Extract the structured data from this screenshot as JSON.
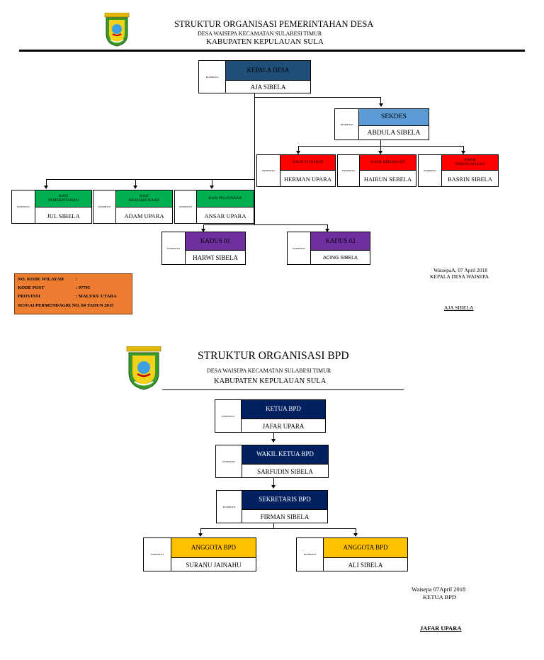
{
  "colors": {
    "kepala": "#1f4e79",
    "sekdes": "#5b9bd5",
    "kaur": "#ff0000",
    "kasi": "#00b050",
    "kadus": "#7030a0",
    "bpd": "#002060",
    "anggota": "#ffc000",
    "infobox": "#ed7d31"
  },
  "desa": {
    "title": "STRUKTUR ORGANISASI PEMERINTAHAN DESA",
    "subtitle": "DESA WAISEPA KECAMATAN SULABESI TIMUR",
    "kabupaten": "KABUPATEN KEPULAUAN SULA",
    "photo_label": "PASPHOTO",
    "kepala": {
      "role": "KEPALA DESA",
      "name": "AJA SIBELA"
    },
    "sekdes": {
      "role": "SEKDES",
      "name": "ABDULA SIBELA"
    },
    "kaur": [
      {
        "role": "KAUR TU/UMUM",
        "name": "HERMAN UPARA"
      },
      {
        "role": "KAUR KEUANGAN",
        "name": "HAIRUN SEBELA"
      },
      {
        "role": "KAUR PERENCANAAN",
        "name": "BASRIN SIBELA"
      }
    ],
    "kasi": [
      {
        "role": "KASI PEMERINTAHAN",
        "name": "JUL SIBELA"
      },
      {
        "role": "KASI KESEJAHTRAAN",
        "name": "ADAM UPARA"
      },
      {
        "role": "KASI PELAYANAN",
        "name": "ANSAR UPARA"
      }
    ],
    "kadus": [
      {
        "role": "KADUS 01",
        "name": "HARWI SIBELA"
      },
      {
        "role": "KADUS 02",
        "name": "ACING SIBELA"
      }
    ],
    "info": [
      {
        "label": "NO. KODE WILAYAH",
        "value": ":"
      },
      {
        "label": "KODE POST",
        "value": ": 97795"
      },
      {
        "label": "PROVINSI",
        "value": ": MALUKU UTARA"
      },
      {
        "label": "SESUAI PERMENDAGRI NO. 84 TAHUN 2015",
        "value": ""
      }
    ],
    "sign_date": "WaisepaA, 07 April 2018",
    "sign_title": "KEPALA DESA WAISEPA",
    "sign_name": "AJA SIBELA"
  },
  "bpd": {
    "title": "STRUKTUR ORGANISASI BPD",
    "subtitle": "DESA WAISEPA KECAMATAN SULABESI TIMUR",
    "kabupaten": "KABUPATEN KEPULAUAN SULA",
    "photo_label": "PASPHOTO",
    "ketua": {
      "role": "KETUA BPD",
      "name": "JAFAR UPARA"
    },
    "wakil": {
      "role": "WAKIL KETUA BPD",
      "name": "SARFUDIN SIBELA"
    },
    "sekretaris": {
      "role": "SEKRETARIS BPD",
      "name": "FIRMAN SIBELA"
    },
    "anggota": [
      {
        "role": "ANGGOTA BPD",
        "name": "SURANU JAINAHU"
      },
      {
        "role": "ANGGOTA BPD",
        "name": "ALI SIBELA"
      }
    ],
    "sign_date": "Waisepa 07April 2018",
    "sign_title": "KETUA BPD",
    "sign_name": "JAFAR UPARA"
  }
}
